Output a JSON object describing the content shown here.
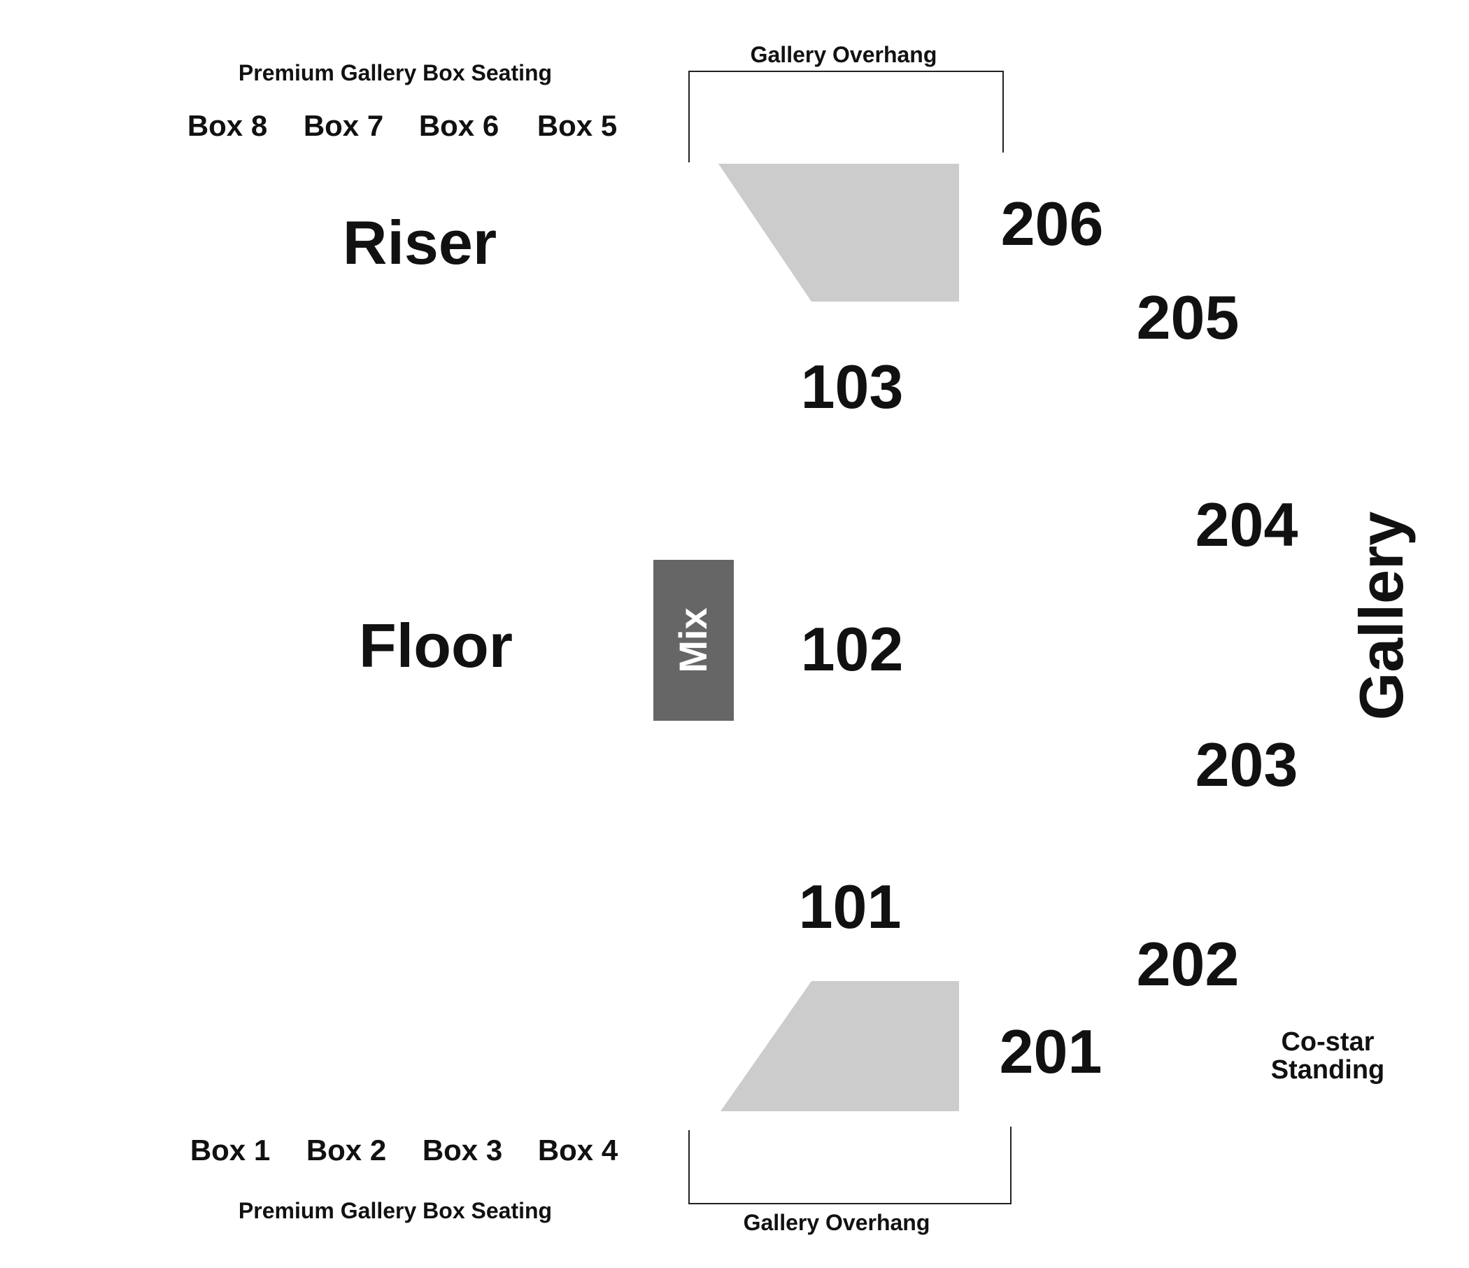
{
  "top": {
    "premium_label": "Premium Gallery Box Seating",
    "boxes": [
      "Box 8",
      "Box 7",
      "Box 6",
      "Box 5"
    ],
    "overhang_label": "Gallery Overhang"
  },
  "bottom": {
    "premium_label": "Premium Gallery Box Seating",
    "boxes": [
      "Box 1",
      "Box 2",
      "Box 3",
      "Box 4"
    ],
    "overhang_label": "Gallery Overhang"
  },
  "areas": {
    "riser": "Riser",
    "floor": "Floor",
    "mix": "Mix",
    "gallery": "Gallery"
  },
  "floor_sections": [
    "101",
    "102",
    "103"
  ],
  "gallery_sections": [
    "201",
    "202",
    "203",
    "204",
    "205",
    "206"
  ],
  "costar": {
    "line1": "Co-star",
    "line2": "Standing"
  },
  "colors": {
    "background": "#ffffff",
    "text": "#111111",
    "overhang_fill": "#cccccc",
    "mix_fill": "#666666",
    "bracket_stroke": "#222222"
  }
}
